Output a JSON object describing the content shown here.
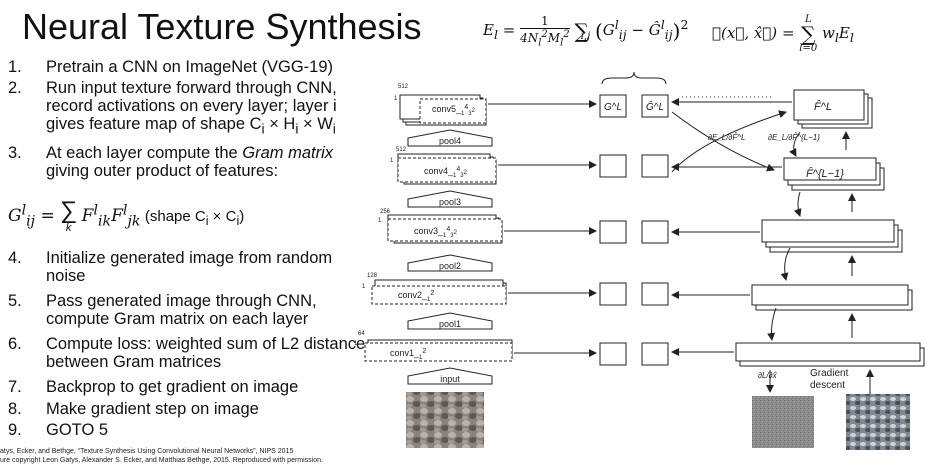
{
  "title": "Neural Texture Synthesis",
  "equations": {
    "layer_loss": "E_l = 1/(4N_l²M_l²) Σ_{i,j} (G^l_{ij} − Ĝ^l_{ij})²",
    "total_loss": "L(x, x̂) = Σ_{l=0}^{L} w_l E_l"
  },
  "steps": [
    {
      "num": "1.",
      "text": "Pretrain a CNN on ImageNet (VGG-19)"
    },
    {
      "num": "2.",
      "text": "Run input texture forward through CNN, record activations on every layer; layer i gives feature map of shape Ci × Hi × Wi"
    },
    {
      "num": "3.",
      "text_before": "At each layer compute the ",
      "text_italic": "Gram matrix",
      "text_after": " giving outer product of features:"
    },
    {
      "num": "4.",
      "text": "Initialize generated image from random noise"
    },
    {
      "num": "5.",
      "text": "Pass generated image through CNN, compute Gram matrix on each layer"
    },
    {
      "num": "6.",
      "text": "Compute loss: weighted sum of L2 distance between Gram matrices"
    },
    {
      "num": "7.",
      "text": "Backprop to get gradient on image"
    },
    {
      "num": "8.",
      "text": "Make gradient step on image"
    },
    {
      "num": "9.",
      "text": "GOTO 5"
    }
  ],
  "gram": {
    "formula": "G^l_{ij} = Σ_k F^l_{ik} F^l_{jk}",
    "shape_note": "(shape Ci × Ci)"
  },
  "citation": [
    "atys, Ecker, and Bethge, “Texture Synthesis Using Convolutional Neural Networks”, NIPS 2015",
    "ure copyright Leon Gatys, Alexander S. Ecker, and Matthias Bethge, 2015. Reproduced with permission."
  ],
  "diagram": {
    "layers": [
      {
        "name": "conv5_",
        "sub": "1",
        "sup": "4",
        "sub2": "3",
        "sup2": "2",
        "channels": "512"
      },
      {
        "name": "conv4_",
        "sub": "1",
        "sup": "4",
        "sub2": "3",
        "sup2": "2",
        "channels": "512"
      },
      {
        "name": "conv3_",
        "sub": "1",
        "sup": "4",
        "sub2": "3",
        "sup2": "2",
        "channels": "256"
      },
      {
        "name": "conv2_",
        "sub": "1",
        "sup": "2",
        "channels": "128"
      },
      {
        "name": "conv1_",
        "sub": "1",
        "sup": "2",
        "channels": "64"
      }
    ],
    "pools": [
      "pool4",
      "pool3",
      "pool2",
      "pool1"
    ],
    "input_label": "input",
    "gram_labels": [
      "G^L",
      "Ĝ^L"
    ],
    "feature_labels": [
      "F̂^L",
      "F̂^{L−1}"
    ],
    "grad_labels": [
      "∂E_L/∂F̂^L",
      "∂E_L/∂F̂^{L−1}"
    ],
    "gradient_label": "∂L/∂x̂",
    "gradient_descent": [
      "Gradient",
      "descent"
    ],
    "small_one": "1"
  },
  "colors": {
    "text": "#111111",
    "stroke": "#222222",
    "texture_a": "#7d7570",
    "texture_noise": "#8c8c8c"
  }
}
